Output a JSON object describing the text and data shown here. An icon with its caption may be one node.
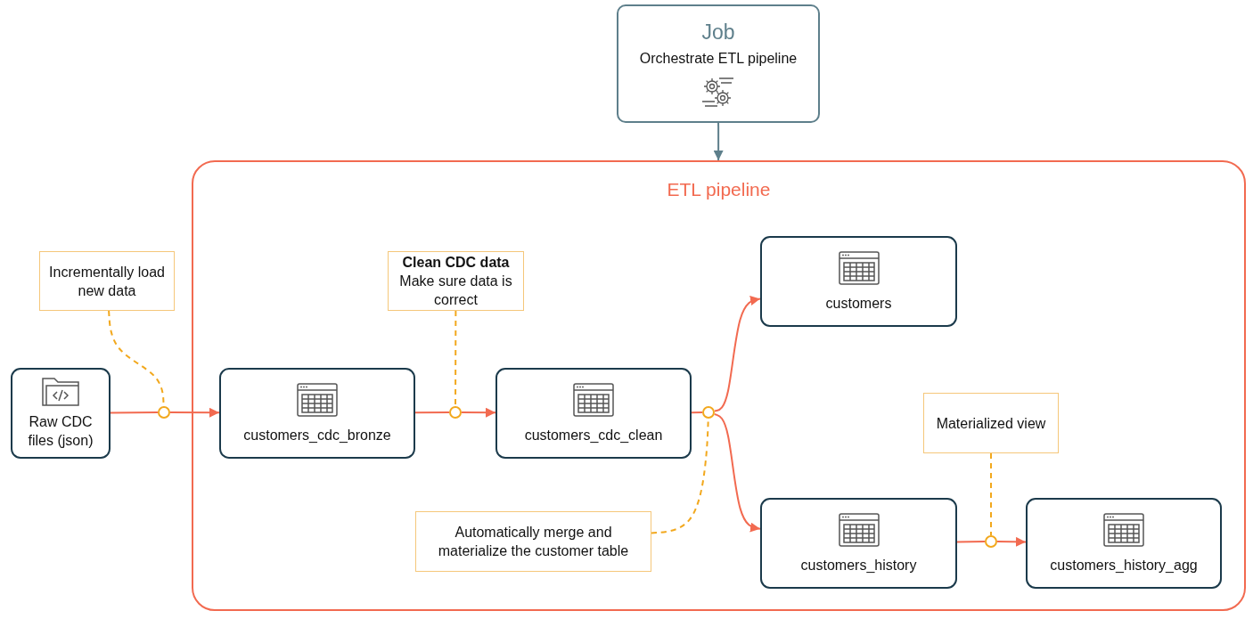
{
  "diagram": {
    "nodes": [
      {
        "text": [
          "Job",
          "Orchestrate ETL pipeline"
        ]
      },
      {
        "text": [
          "ETL pipeline"
        ]
      },
      {
        "text": [
          "Raw CDC files (json)"
        ]
      },
      {
        "text": [
          "Incrementally load new data"
        ]
      },
      {
        "text": [
          "customers_cdc_bronze"
        ],
        "in": 1
      },
      {
        "text": [
          "Clean CDC data",
          "Make sure data is correct"
        ],
        "in": 1
      },
      {
        "text": [
          "customers_cdc_clean"
        ],
        "in": 1
      },
      {
        "text": [
          "customers"
        ],
        "in": 1
      },
      {
        "text": [
          "customers_history"
        ],
        "in": 1
      },
      {
        "text": [
          "Materialized view"
        ],
        "in": 1
      },
      {
        "text": [
          "customers_history_agg"
        ],
        "in": 1
      },
      {
        "text": [
          "Automatically merge and materialize the customer table"
        ],
        "in": 1
      },
      {
        "text": [],
        "shape": "circle"
      },
      {
        "text": [],
        "shape": "circle",
        "in": 1
      },
      {
        "text": [],
        "shape": "circle",
        "in": 1
      },
      {
        "text": [],
        "shape": "circle",
        "in": 1
      }
    ],
    "edges": [
      {
        "from": 0,
        "to": 1,
        "arrow": "to",
        "color": "#5e7f8b"
      },
      {
        "from": 2,
        "to": 12,
        "arrow": "none"
      },
      {
        "from": 12,
        "to": 4,
        "arrow": "to"
      },
      {
        "from": 4,
        "to": 13,
        "arrow": "none"
      },
      {
        "from": 13,
        "to": 6,
        "arrow": "to"
      },
      {
        "from": 6,
        "to": 14,
        "arrow": "none"
      },
      {
        "from": 14,
        "to": 7,
        "arrow": "to"
      },
      {
        "from": 14,
        "to": 8,
        "arrow": "to"
      },
      {
        "from": 8,
        "to": 15,
        "arrow": "none"
      },
      {
        "from": 15,
        "to": 10,
        "arrow": "to"
      },
      {
        "from": 3,
        "to": 12,
        "arrow": "none",
        "style": "dashed",
        "color": "#f2a81d"
      },
      {
        "from": 5,
        "to": 13,
        "arrow": "none",
        "style": "dashed",
        "color": "#f2a81d"
      },
      {
        "from": 11,
        "to": 14,
        "arrow": "none",
        "style": "dashed",
        "color": "#f2a81d"
      },
      {
        "from": 9,
        "to": 15,
        "arrow": "none",
        "style": "dashed",
        "color": "#f2a81d"
      }
    ]
  }
}
